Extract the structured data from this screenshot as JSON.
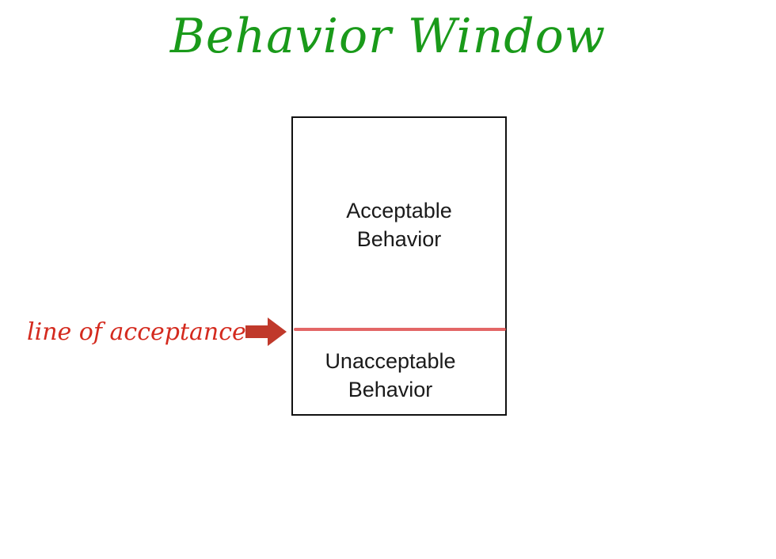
{
  "title": "Behavior Window",
  "panes": {
    "acceptable": "Acceptable\nBehavior",
    "unacceptable": "Unacceptable\nBehavior"
  },
  "annotation": {
    "label": "line of acceptance",
    "arrow_icon": "right-arrow-icon"
  },
  "colors": {
    "title": "#1a9a1a",
    "annotation": "#d42a1e",
    "arrow": "#c0392b",
    "line": "#e05555",
    "frame": "#111111"
  }
}
